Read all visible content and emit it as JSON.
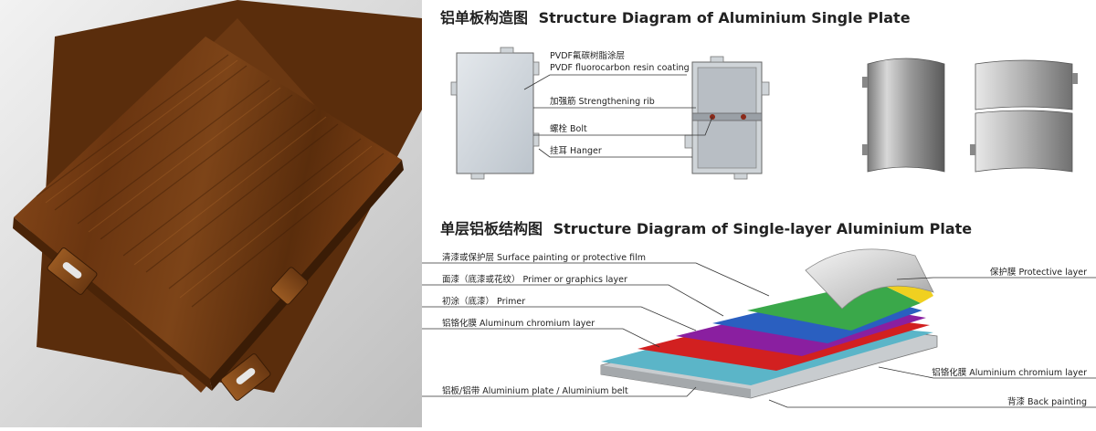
{
  "section1": {
    "title_cn": "铝单板构造图",
    "title_en": "Structure Diagram of Aluminium Single Plate",
    "labels": {
      "coating_cn": "PVDF氟碳树脂涂层",
      "coating_en": "PVDF fluorocarbon resin coating",
      "rib": "加强筋  Strengthening rib",
      "bolt": "螺栓  Bolt",
      "hanger": "挂耳  Hanger"
    }
  },
  "section2": {
    "title_cn": "单层铝板结构图",
    "title_en": "Structure Diagram of Single-layer Aluminium Plate",
    "labels_left": [
      "清漆或保护层  Surface painting or protective film",
      "面漆（底漆或花纹）  Primer or graphics layer",
      "初涂（底漆）  Primer",
      "铝铬化膜  Aluminum chromium layer",
      "铝板/铝带  Aluminium plate / Aluminium belt"
    ],
    "labels_right": [
      "保护膜  Protective layer",
      "铝铬化膜  Aluminium chromium layer",
      "背漆  Back painting"
    ]
  },
  "colors": {
    "wood": "#6b3a14",
    "layer_green": "#3aa84a",
    "layer_blue": "#2a5fc0",
    "layer_purple": "#8a1fa0",
    "layer_red": "#d22020",
    "layer_teal": "#5bb5c8",
    "layer_yellow": "#f0d020"
  }
}
